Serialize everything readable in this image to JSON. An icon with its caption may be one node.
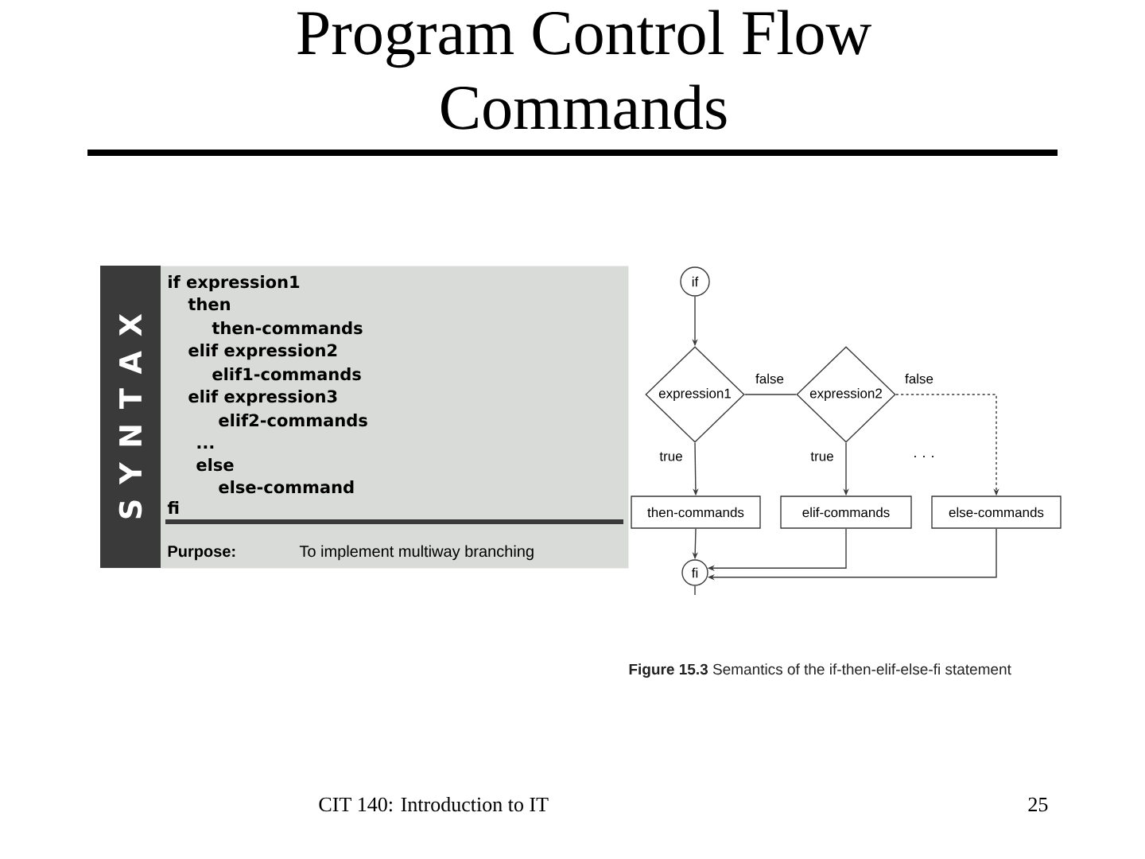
{
  "diagram": {
    "title": "Program Control Flow Commands",
    "caption": "**Figure 15.3** Semantics of the if-then-elif-else-fi statement",
    "nodes": [
      {
        "text": [
          "if expression1",
          "then",
          "then-commands",
          "elif expression2",
          "elif1-commands",
          "elif expression3",
          "elif2-commands",
          "...",
          "else",
          "else-command",
          "fi",
          "Purpose:",
          "To implement multiway branching"
        ]
      },
      {
        "text": [
          "S Y N T A X"
        ],
        "in": 0
      },
      {
        "text": [
          "if"
        ]
      },
      {
        "text": [
          "expression1"
        ]
      },
      {
        "text": [
          "expression2"
        ]
      },
      {
        "text": [
          "then-commands"
        ]
      },
      {
        "text": [
          "elif-commands"
        ]
      },
      {
        "text": [
          "else-commands"
        ]
      },
      {
        "text": [
          "fi"
        ]
      }
    ],
    "edges": [
      {
        "from": 2,
        "to": 3,
        "arrow": "to"
      },
      {
        "from": 3,
        "to": 4,
        "arrow": "none",
        "label": "false"
      },
      {
        "from": 4,
        "to": 7,
        "arrow": "to",
        "label": "false",
        "style": "dashed"
      },
      {
        "from": 3,
        "to": 5,
        "arrow": "to",
        "label": "true"
      },
      {
        "from": 4,
        "to": 6,
        "arrow": "to",
        "label": "true"
      },
      {
        "from": 5,
        "to": 8,
        "arrow": "to"
      },
      {
        "from": 6,
        "to": 8,
        "arrow": "to"
      },
      {
        "from": 7,
        "to": 8,
        "arrow": "to"
      },
      {
        "from": 8,
        "to": null,
        "arrow": "none"
      }
    ],
    "labels": [
      ". . .",
      "CIT 140: Introduction to IT",
      "25"
    ]
  }
}
